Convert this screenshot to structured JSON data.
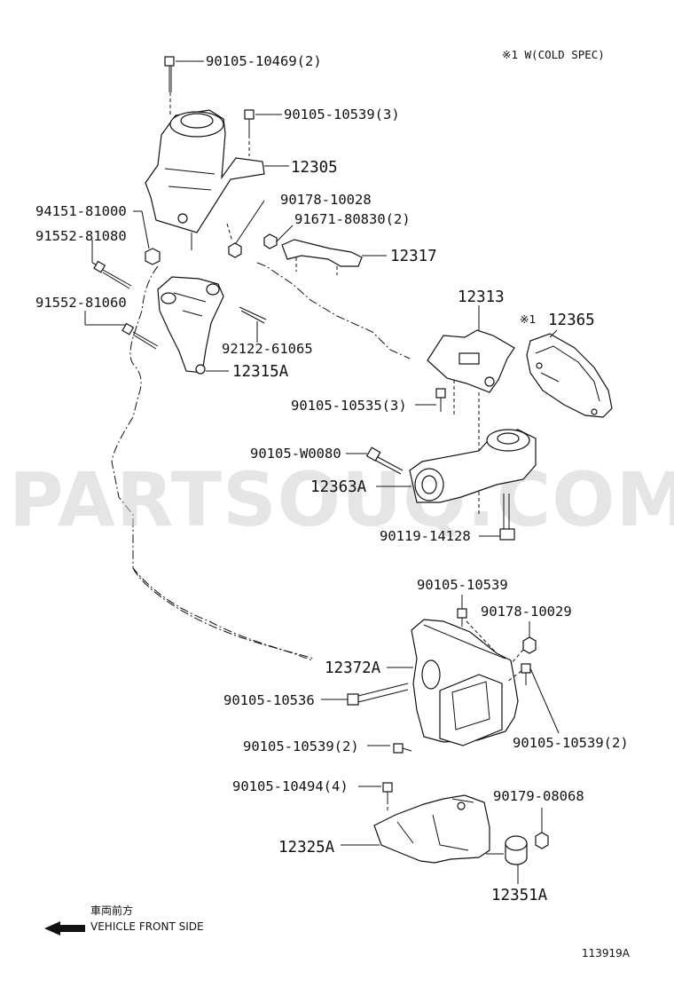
{
  "note": "※1 W(COLD SPEC)",
  "watermark": "PARTSOUQ.COM",
  "direction": {
    "jp": "車両前方",
    "en": "VEHICLE FRONT SIDE"
  },
  "diagram_id": "113919A",
  "labels": {
    "p1": "90105-10469(2)",
    "p2": "90105-10539(3)",
    "p3": "12305",
    "p4": "90178-10028",
    "p5": "94151-81000",
    "p6": "91671-80830(2)",
    "p7": "91552-81080",
    "p8": "12317",
    "p9": "12313",
    "p10": "※1",
    "p11": "12365",
    "p12": "91552-81060",
    "p13": "92122-61065",
    "p14": "12315A",
    "p15": "90105-10535(3)",
    "p16": "90105-W0080",
    "p17": "12363A",
    "p18": "90119-14128",
    "p19": "90105-10539",
    "p20": "90178-10029",
    "p21": "12372A",
    "p22": "90105-10536",
    "p23": "90105-10539(2)",
    "p24": "90105-10539(2)",
    "p25": "90105-10494(4)",
    "p26": "90179-08068",
    "p27": "12325A",
    "p28": "12351A"
  }
}
